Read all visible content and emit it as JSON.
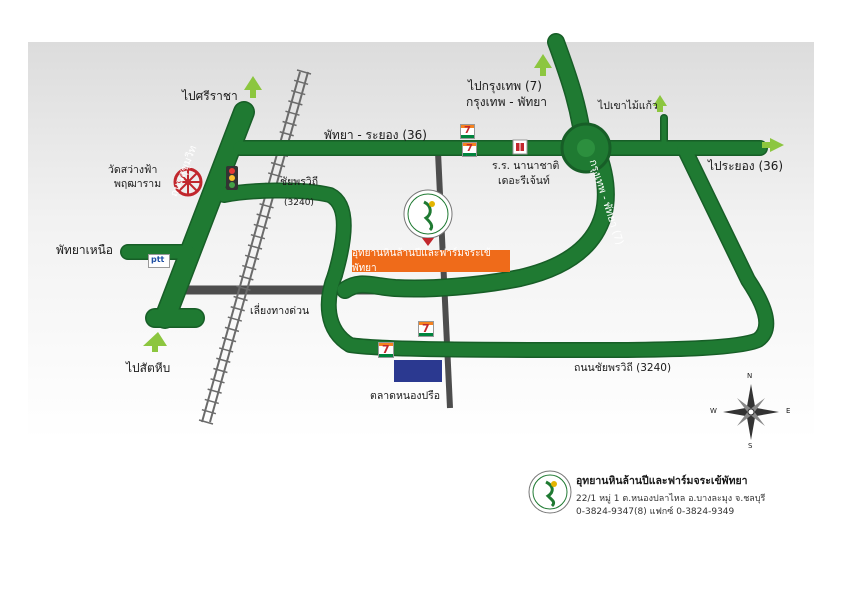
{
  "colors": {
    "road_green": "#1f7a32",
    "road_green_dark": "#175e27",
    "road_gray": "#4d4d4d",
    "arrow_green": "#8cc63f",
    "banner_orange": "#ef6b1a",
    "background_gray": "#e8e8e8",
    "market_blue": "#2b3990"
  },
  "labels": {
    "to_sriracha": "ไปศรีราชา",
    "to_bangkok_7": "ไปกรุงเทพ (7)",
    "bangkok_pattaya": "กรุงเทพ - พัทยา",
    "to_khao_mai_kaeo": "ไปเขาไม้แก้ว",
    "pattaya_rayong_36": "พัทยา - ระยอง (36)",
    "to_rayong_36": "ไประยอง (36)",
    "wat_line1": "วัดสว่างฟ้า",
    "wat_line2": "พฤฒาราม",
    "chaiyaphruek_top": "ชัยพรวิถี",
    "chaiyaphruek_top_num": "(3240)",
    "school_line1": "ร.ร. นานาชาติ",
    "school_line2": "เดอะรีเจ้นท์",
    "pattaya_nuea": "พัทยาเหนือ",
    "sukhumvit_road": "ถนนสุขุมวิท",
    "motorway_7": "กรุงเทพ - พัทยา (7)",
    "bypass": "เลี่ยงทางด่วน",
    "to_sattahip": "ไปสัตหีบ",
    "chaiyaphruek_bottom": "ถนนชัยพรวิถี (3240)",
    "market": "ตลาดหนองปรือ",
    "destination": "อุทยานหินล้านปีและฟาร์มจระเข้พัทยา",
    "ptt": "ptt",
    "seven_eleven": "7",
    "compass_n": "N",
    "compass_s": "S",
    "compass_e": "E",
    "compass_w": "W"
  },
  "footer": {
    "name": "อุทยานหินล้านปีและฟาร์มจระเข้พัทยา",
    "address": "22/1 หมู่ 1 ต.หนองปลาไหล อ.บางละมุง จ.ชลบุรี",
    "phone": "0-3824-9347(8) แฟกซ์ 0-3824-9349"
  }
}
